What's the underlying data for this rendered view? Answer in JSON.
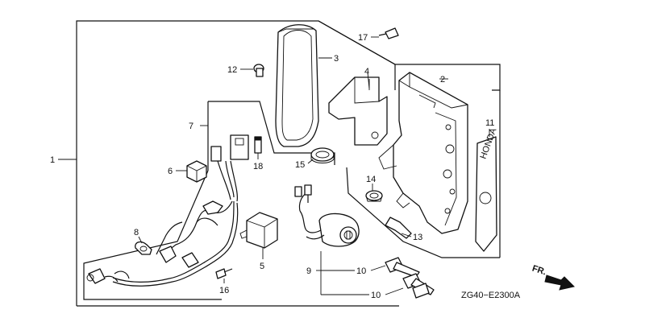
{
  "diagram": {
    "drawing_code": "ZG40−E2300A",
    "direction_label": "FR.",
    "part_labels": {
      "p1": "1",
      "p2": "2",
      "p3": "3",
      "p4": "4",
      "p5": "5",
      "p6": "6",
      "p7": "7",
      "p8": "8",
      "p9": "9",
      "p10a": "10",
      "p10b": "10",
      "p11": "11",
      "p12": "12",
      "p13": "13",
      "p14": "14",
      "p15": "15",
      "p16": "16",
      "p17": "17",
      "p18": "18"
    },
    "panel_logo": "HONDA"
  }
}
